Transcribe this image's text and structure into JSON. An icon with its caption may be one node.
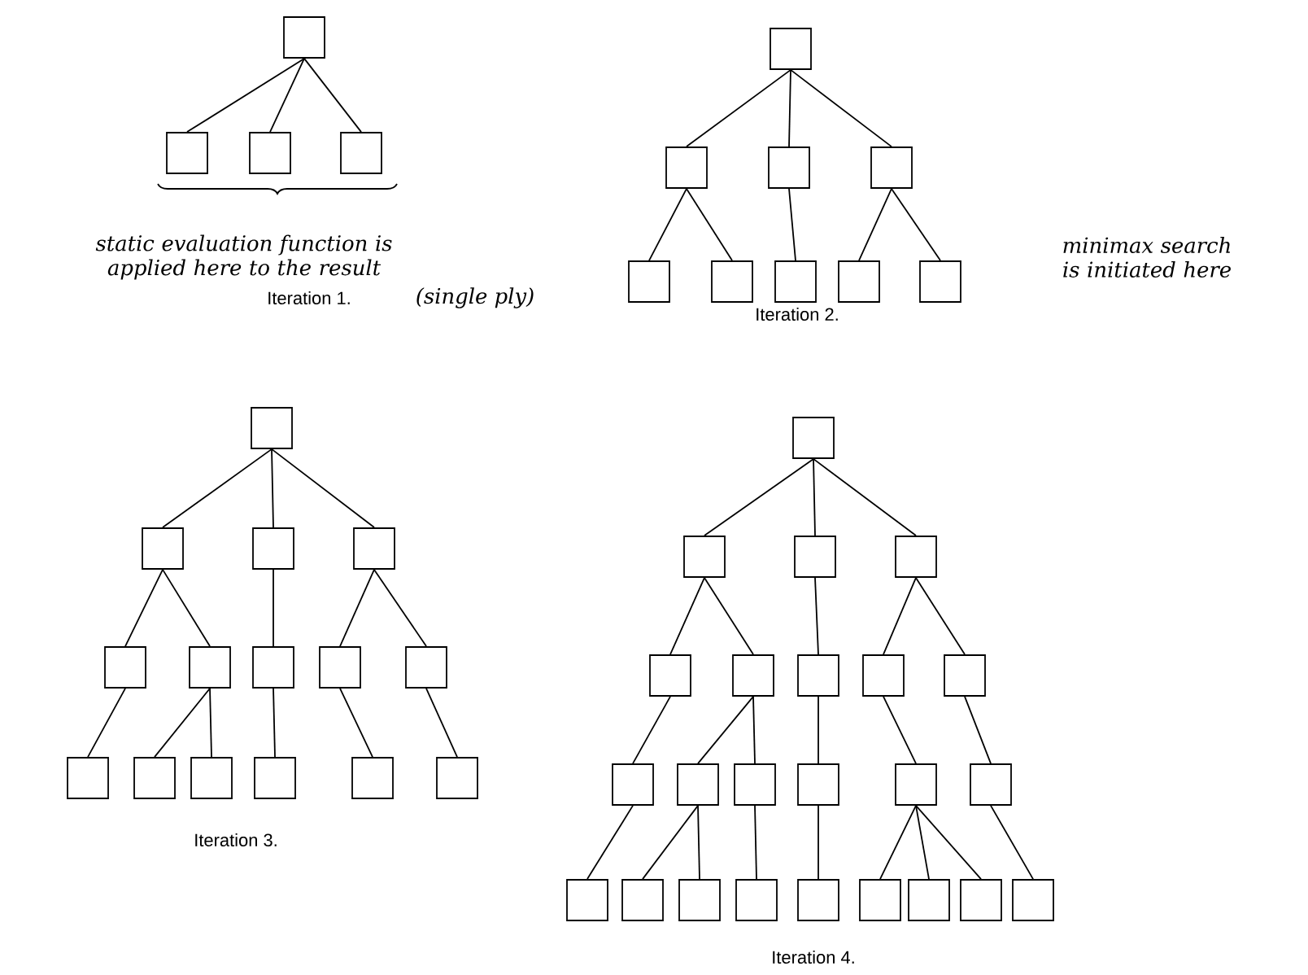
{
  "diagram": {
    "nodes": [
      {
        "text": [],
        "shape": "box"
      },
      {
        "text": [],
        "shape": "box"
      },
      {
        "text": [],
        "shape": "box"
      },
      {
        "text": [],
        "shape": "box"
      },
      {
        "text": [],
        "shape": "box"
      },
      {
        "text": [],
        "shape": "box"
      },
      {
        "text": [],
        "shape": "box"
      },
      {
        "text": [],
        "shape": "box"
      },
      {
        "text": [],
        "shape": "box"
      },
      {
        "text": [],
        "shape": "box"
      },
      {
        "text": [],
        "shape": "box"
      },
      {
        "text": [],
        "shape": "box"
      },
      {
        "text": [],
        "shape": "box"
      },
      {
        "text": [],
        "shape": "box"
      },
      {
        "text": [],
        "shape": "box"
      },
      {
        "text": [],
        "shape": "box"
      },
      {
        "text": [],
        "shape": "box"
      },
      {
        "text": [],
        "shape": "box"
      },
      {
        "text": [],
        "shape": "box"
      },
      {
        "text": [],
        "shape": "box"
      },
      {
        "text": [],
        "shape": "box"
      },
      {
        "text": [],
        "shape": "box"
      },
      {
        "text": [],
        "shape": "box"
      },
      {
        "text": [],
        "shape": "box"
      },
      {
        "text": [],
        "shape": "box"
      },
      {
        "text": [],
        "shape": "box"
      },
      {
        "text": [],
        "shape": "box"
      },
      {
        "text": [],
        "shape": "box"
      },
      {
        "text": [],
        "shape": "box"
      },
      {
        "text": [],
        "shape": "box"
      },
      {
        "text": [],
        "shape": "box"
      },
      {
        "text": [],
        "shape": "box"
      },
      {
        "text": [],
        "shape": "box"
      },
      {
        "text": [],
        "shape": "box"
      },
      {
        "text": [],
        "shape": "box"
      },
      {
        "text": [],
        "shape": "box"
      },
      {
        "text": [],
        "shape": "box"
      },
      {
        "text": [],
        "shape": "box"
      },
      {
        "text": [],
        "shape": "box"
      },
      {
        "text": [],
        "shape": "box"
      },
      {
        "text": [],
        "shape": "box"
      },
      {
        "text": [],
        "shape": "box"
      },
      {
        "text": [],
        "shape": "box"
      },
      {
        "text": [],
        "shape": "box"
      },
      {
        "text": [],
        "shape": "box"
      },
      {
        "text": [],
        "shape": "box"
      },
      {
        "text": [],
        "shape": "box"
      },
      {
        "text": [],
        "shape": "box"
      },
      {
        "text": [],
        "shape": "box"
      },
      {
        "text": [],
        "shape": "box"
      },
      {
        "text": [],
        "shape": "box"
      },
      {
        "text": [],
        "shape": "box"
      }
    ],
    "edges": [
      {
        "from": 0,
        "to": 1,
        "arrow": "none"
      },
      {
        "from": 0,
        "to": 2,
        "arrow": "none"
      },
      {
        "from": 0,
        "to": 3,
        "arrow": "none"
      },
      {
        "from": 4,
        "to": 5,
        "arrow": "none"
      },
      {
        "from": 4,
        "to": 6,
        "arrow": "none"
      },
      {
        "from": 4,
        "to": 7,
        "arrow": "none"
      },
      {
        "from": 5,
        "to": 8,
        "arrow": "none"
      },
      {
        "from": 5,
        "to": 9,
        "arrow": "none"
      },
      {
        "from": 6,
        "to": 10,
        "arrow": "none"
      },
      {
        "from": 7,
        "to": 11,
        "arrow": "none"
      },
      {
        "from": 7,
        "to": 12,
        "arrow": "none"
      },
      {
        "from": 13,
        "to": 14,
        "arrow": "none"
      },
      {
        "from": 13,
        "to": 15,
        "arrow": "none"
      },
      {
        "from": 13,
        "to": 16,
        "arrow": "none"
      },
      {
        "from": 14,
        "to": 17,
        "arrow": "none"
      },
      {
        "from": 14,
        "to": 18,
        "arrow": "none"
      },
      {
        "from": 15,
        "to": 19,
        "arrow": "none"
      },
      {
        "from": 16,
        "to": 20,
        "arrow": "none"
      },
      {
        "from": 16,
        "to": 21,
        "arrow": "none"
      },
      {
        "from": 17,
        "to": 22,
        "arrow": "none"
      },
      {
        "from": 18,
        "to": 23,
        "arrow": "none"
      },
      {
        "from": 18,
        "to": 24,
        "arrow": "none"
      },
      {
        "from": 19,
        "to": 25,
        "arrow": "none"
      },
      {
        "from": 20,
        "to": 26,
        "arrow": "none"
      },
      {
        "from": 21,
        "to": 27,
        "arrow": "none"
      },
      {
        "from": 28,
        "to": 29,
        "arrow": "none"
      },
      {
        "from": 28,
        "to": 30,
        "arrow": "none"
      },
      {
        "from": 28,
        "to": 31,
        "arrow": "none"
      },
      {
        "from": 29,
        "to": 32,
        "arrow": "none"
      },
      {
        "from": 29,
        "to": 33,
        "arrow": "none"
      },
      {
        "from": 30,
        "to": 34,
        "arrow": "none"
      },
      {
        "from": 31,
        "to": 35,
        "arrow": "none"
      },
      {
        "from": 31,
        "to": 36,
        "arrow": "none"
      },
      {
        "from": 32,
        "to": 37,
        "arrow": "none"
      },
      {
        "from": 33,
        "to": 38,
        "arrow": "none"
      },
      {
        "from": 33,
        "to": 39,
        "arrow": "none"
      },
      {
        "from": 34,
        "to": 40,
        "arrow": "none"
      },
      {
        "from": 35,
        "to": 41,
        "arrow": "none"
      },
      {
        "from": 36,
        "to": 42,
        "arrow": "none"
      },
      {
        "from": 37,
        "to": 43,
        "arrow": "none"
      },
      {
        "from": 38,
        "to": 44,
        "arrow": "none"
      },
      {
        "from": 38,
        "to": 45,
        "arrow": "none"
      },
      {
        "from": 39,
        "to": 46,
        "arrow": "none"
      },
      {
        "from": 40,
        "to": 47,
        "arrow": "none"
      },
      {
        "from": 41,
        "to": 48,
        "arrow": "none"
      },
      {
        "from": 41,
        "to": 49,
        "arrow": "none"
      },
      {
        "from": 41,
        "to": 50,
        "arrow": "none"
      },
      {
        "from": 42,
        "to": 51,
        "arrow": "none"
      }
    ],
    "labels": [
      "static evaluation function is applied here to the result",
      "minimax search is initiated here",
      "Iteration 1.",
      "(single ply)",
      "Iteration 2.",
      "Iteration 3.",
      "Iteration 4."
    ]
  }
}
